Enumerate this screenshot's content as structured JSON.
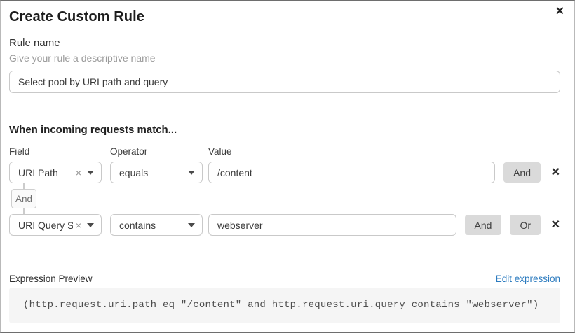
{
  "dialog": {
    "title": "Create Custom Rule",
    "close_icon": "✕"
  },
  "rule_name": {
    "label": "Rule name",
    "helper": "Give your rule a descriptive name",
    "value": "Select pool by URI path and query"
  },
  "matcher": {
    "heading": "When incoming requests match...",
    "columns": {
      "field": "Field",
      "operator": "Operator",
      "value": "Value"
    },
    "connector_label": "And",
    "rows": [
      {
        "field": "URI Path",
        "clear_icon": "×",
        "operator": "equals",
        "value": "/content",
        "buttons": [
          "And"
        ],
        "remove_icon": "✕"
      },
      {
        "field": "URI Query St...",
        "clear_icon": "×",
        "operator": "contains",
        "value": "webserver",
        "buttons": [
          "And",
          "Or"
        ],
        "remove_icon": "✕"
      }
    ]
  },
  "expression": {
    "label": "Expression Preview",
    "edit_link": "Edit expression",
    "code": "(http.request.uri.path eq \"/content\" and http.request.uri.query contains \"webserver\")"
  },
  "colors": {
    "accent_link": "#2c7bbf",
    "button_bg": "#dadada",
    "code_bg": "#f5f5f5",
    "border": "#c9c9c9"
  }
}
